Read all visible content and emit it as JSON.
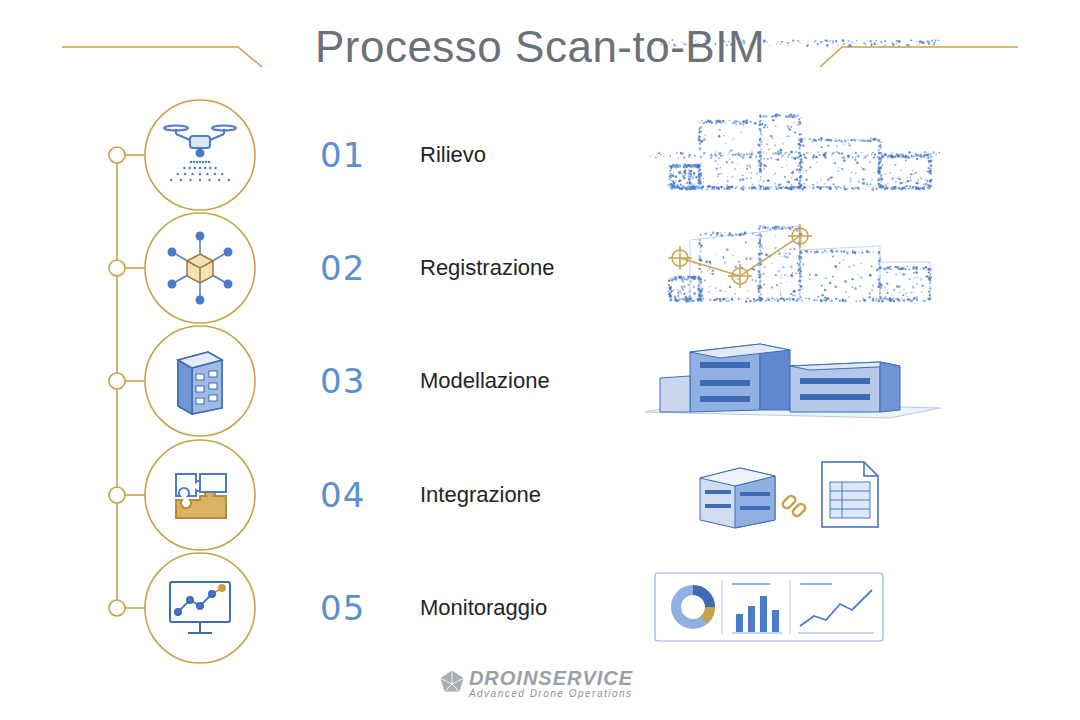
{
  "diagram": {
    "title": "Processo Scan-to-BIM",
    "nodes": [
      {
        "text": [
          "01",
          "Rilievo"
        ]
      },
      {
        "text": [
          "02",
          "Registrazione"
        ]
      },
      {
        "text": [
          "03",
          "Modellazione"
        ]
      },
      {
        "text": [
          "04",
          "Integrazione"
        ]
      },
      {
        "text": [
          "05",
          "Monitoraggio"
        ]
      }
    ],
    "labels": [
      "DROINSERVICE",
      "Advanced Drone Operations"
    ]
  }
}
